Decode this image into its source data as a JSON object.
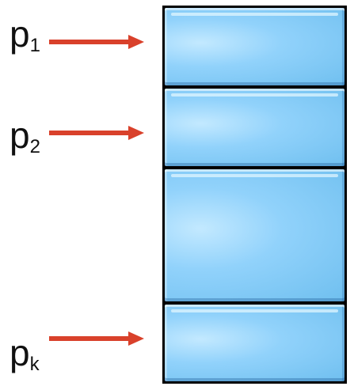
{
  "labels": {
    "p1": {
      "base": "p",
      "sub": "1"
    },
    "p2": {
      "base": "p",
      "sub": "2"
    },
    "pk": {
      "base": "p",
      "sub": "k"
    }
  },
  "colors": {
    "arrow": "#d9412b",
    "block_fill": "#91d2fb",
    "block_border": "#000000"
  }
}
